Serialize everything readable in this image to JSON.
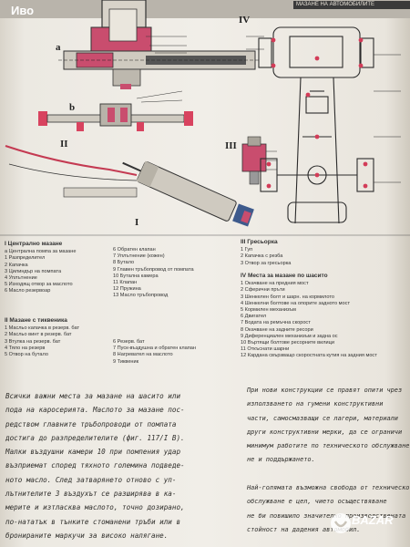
{
  "logo": "Иво",
  "header": "МАЗАНЕ НА АВТОМОБИЛИТЕ",
  "figure_labels": {
    "fig_a": "а",
    "fig_b": "b",
    "fig_II": "II",
    "fig_III": "III",
    "fig_IV": "IV",
    "fig_I": "I"
  },
  "legend_I": {
    "head": "I Централно мазане",
    "items": [
      "а Централна помпа за мазане",
      "1 Разпределител",
      "2 Капачка",
      "3 Цилиндър на помпата",
      "4 Уплътнение",
      "5 Изходящ отвор за маслото",
      "6 Масло резервоар"
    ]
  },
  "legend_I2": {
    "items": [
      "6 Обратен клапан",
      "7 Уплътнение (кожен)",
      "8 Бутало",
      "9 Главен тръбопровод от помпата",
      "10 Бутална камера",
      "11 Клапан",
      "12 Пружина",
      "13 Масло тръбопровод"
    ]
  },
  "legend_II": {
    "head": "II Мазане с тиквеника",
    "items": [
      "1 Масльо капачка в резерв. бат",
      "2 Масльо винт в резерв. бат",
      "3 Втулка на резерв. бат",
      "4 Тяло на резерв",
      "5 Отвор на бутало"
    ]
  },
  "legend_II2": {
    "items": [
      "6 Резерв. бат",
      "7 Пуск-въздушна и обратен клапан",
      "8 Нагревател на маслото",
      "9 Тиквеник"
    ]
  },
  "legend_III": {
    "head": "III Гресьорка",
    "items": [
      "1 Гуп",
      "2 Капачка с резба",
      "3 Отвор за гресьорка"
    ]
  },
  "legend_IV": {
    "head": "IV Места за мазане по шасито",
    "items": [
      "1 Окачване на предния мост",
      "2 Сферични пръти",
      "3 Шенкелен болт и шарн. на кормилото",
      "4 Шенкелни болтове на опорите задното мост",
      "5 Кормилен механизъм",
      "6 Двигател",
      "7 Водата на ремъчна скорост",
      "8 Окачване на задните ресори",
      "9 Диференциален механизъм и задна ос",
      "10 Въртящи болтове ресорните вилици",
      "11 Откъснати шарни",
      "12 Кардана свързващо скоростната кутия на задния мост"
    ]
  },
  "paragraph_left": [
    "Всички важни места за мазане на шасито или",
    "пода на каросерията. Маслото за мазане пос-",
    "редством главните тръбопроводи от помпата",
    "достига до разпределителите (фиг. 117/I B).",
    "Малки въздушни камери 10 при помпения удар",
    "възприемат според тяхното големина подведе-",
    "ното масло. След затварянето отново с уп-",
    "лътнителите 3 въздухът се разширява в ка-",
    "мерите и изтласква маслото, точно дозирано,",
    "по-нататък в тънките стоманени тръби или в",
    "бронираните маркучи за високо налягане."
  ],
  "paragraph_right": [
    "При нови конструкции се правят опити чрез",
    "използването на гумени конструктивни",
    "части, самосмазващи се лагери, материали",
    "други конструктивни мерки, да се ограничи",
    "минимум работите по техническото обслужване",
    "не и поддържането.",
    "",
    "Най-голямата възможна свобода от техническо",
    "обслужване е цел, чието осъществяване",
    "не би повишило значително производствената",
    "стойност на дадения автомобил."
  ],
  "watermark_text": "BAZAR"
}
